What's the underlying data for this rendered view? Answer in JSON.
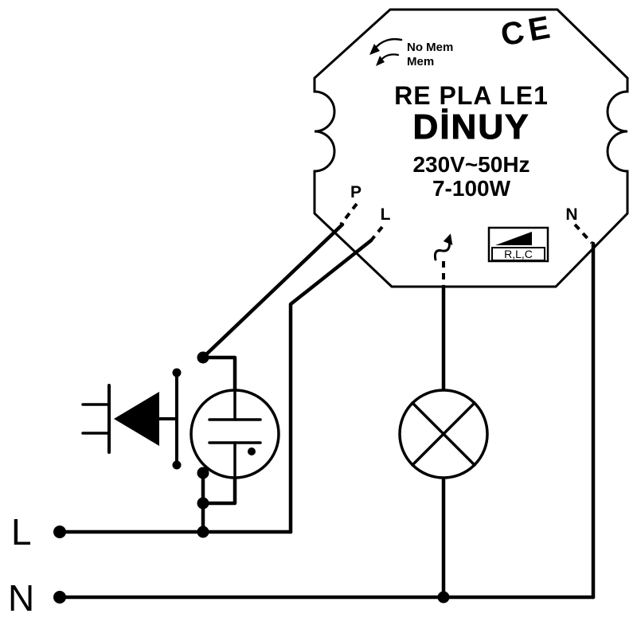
{
  "module": {
    "memory_labels": {
      "no_mem": "No Mem",
      "mem": "Mem"
    },
    "ce_mark": "CE",
    "model": "RE PLA LE1",
    "brand": "DİNUY",
    "rating_voltage": "230V~50Hz",
    "rating_power": "7-100W",
    "terminal_p": "P",
    "terminal_l": "L",
    "terminal_n": "N",
    "load_compatibility": "R,L,C"
  },
  "bus_labels": {
    "line": "L",
    "neutral": "N"
  },
  "icons": {
    "no_mem_icon": "curved-swipe-arrow",
    "mem_icon": "curved-swipe-arrow-small",
    "phase_control_icon": "wave-arrow",
    "leading_edge_icon": "black-ramp-triangle",
    "lamp_icon": "circle-with-cross",
    "glow_lamp_icon": "circle-with-electrodes",
    "pushbutton_icon": "momentary-contact-with-plunger"
  },
  "colors": {
    "ink": "#000000",
    "paper": "#ffffff"
  }
}
